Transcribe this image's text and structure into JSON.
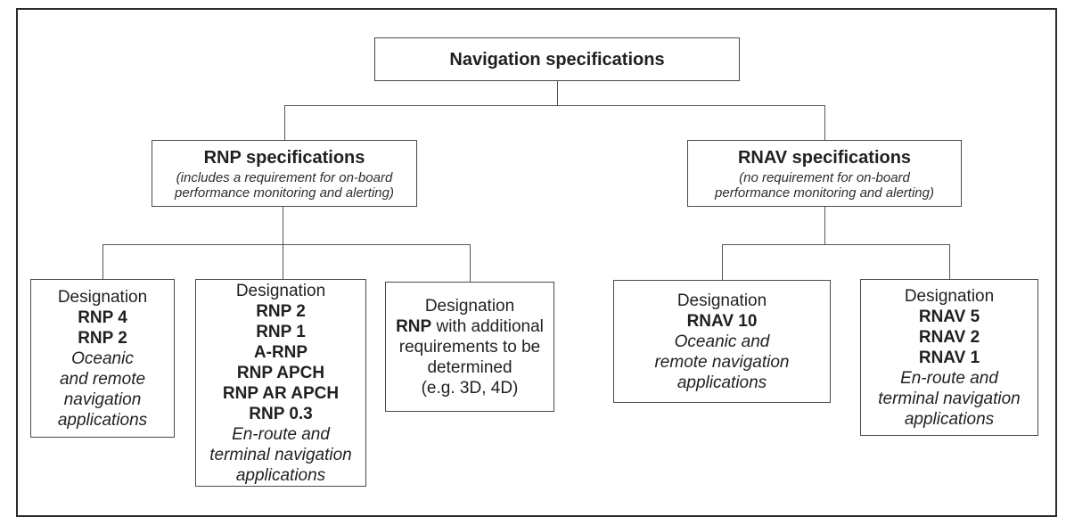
{
  "tree": {
    "root": {
      "label": "Navigation specifications"
    },
    "branches": [
      {
        "title": "RNP specifications",
        "subtitle": "(includes a requirement for on-board\nperformance monitoring and alerting)"
      },
      {
        "title": "RNAV specifications",
        "subtitle": "(no requirement for on-board\nperformance monitoring and alerting)"
      }
    ],
    "leaves": [
      {
        "lines": [
          {
            "text": "Designation"
          },
          {
            "text": "RNP 4",
            "style": "bold"
          },
          {
            "text": "RNP 2",
            "style": "bold"
          },
          {
            "text": "Oceanic",
            "style": "italic"
          },
          {
            "text": "and remote",
            "style": "italic"
          },
          {
            "text": "navigation",
            "style": "italic"
          },
          {
            "text": "applications",
            "style": "italic"
          }
        ]
      },
      {
        "lines": [
          {
            "text": "Designation"
          },
          {
            "text": "RNP 2",
            "style": "bold"
          },
          {
            "text": "RNP 1",
            "style": "bold"
          },
          {
            "text": "A-RNP",
            "style": "bold"
          },
          {
            "text": "RNP APCH",
            "style": "bold"
          },
          {
            "text": "RNP AR APCH",
            "style": "bold"
          },
          {
            "text": "RNP 0.3",
            "style": "bold"
          },
          {
            "text": "En-route and",
            "style": "italic"
          },
          {
            "text": "terminal navigation",
            "style": "italic"
          },
          {
            "text": "applications",
            "style": "italic"
          }
        ]
      },
      {
        "lines": [
          {
            "text": "Designation"
          },
          {
            "parts": [
              {
                "text": "RNP",
                "style": "bold"
              },
              {
                "text": " with additional"
              }
            ]
          },
          {
            "text": "requirements to be"
          },
          {
            "text": "determined"
          },
          {
            "text": "(e.g. 3D, 4D)"
          }
        ]
      },
      {
        "lines": [
          {
            "text": "Designation"
          },
          {
            "text": "RNAV 10",
            "style": "bold"
          },
          {
            "text": "Oceanic and",
            "style": "italic"
          },
          {
            "text": "remote navigation",
            "style": "italic"
          },
          {
            "text": "applications",
            "style": "italic"
          }
        ]
      },
      {
        "lines": [
          {
            "text": "Designation"
          },
          {
            "text": "RNAV 5",
            "style": "bold"
          },
          {
            "text": "RNAV 2",
            "style": "bold"
          },
          {
            "text": "RNAV 1",
            "style": "bold"
          },
          {
            "text": "En-route and",
            "style": "italic"
          },
          {
            "text": "terminal navigation",
            "style": "italic"
          },
          {
            "text": "applications",
            "style": "italic"
          }
        ]
      }
    ]
  },
  "colors": {
    "text": "#231f20",
    "frame_border": "#2b2b2b",
    "node_border": "#4a4a4a",
    "connector": "#555555"
  }
}
